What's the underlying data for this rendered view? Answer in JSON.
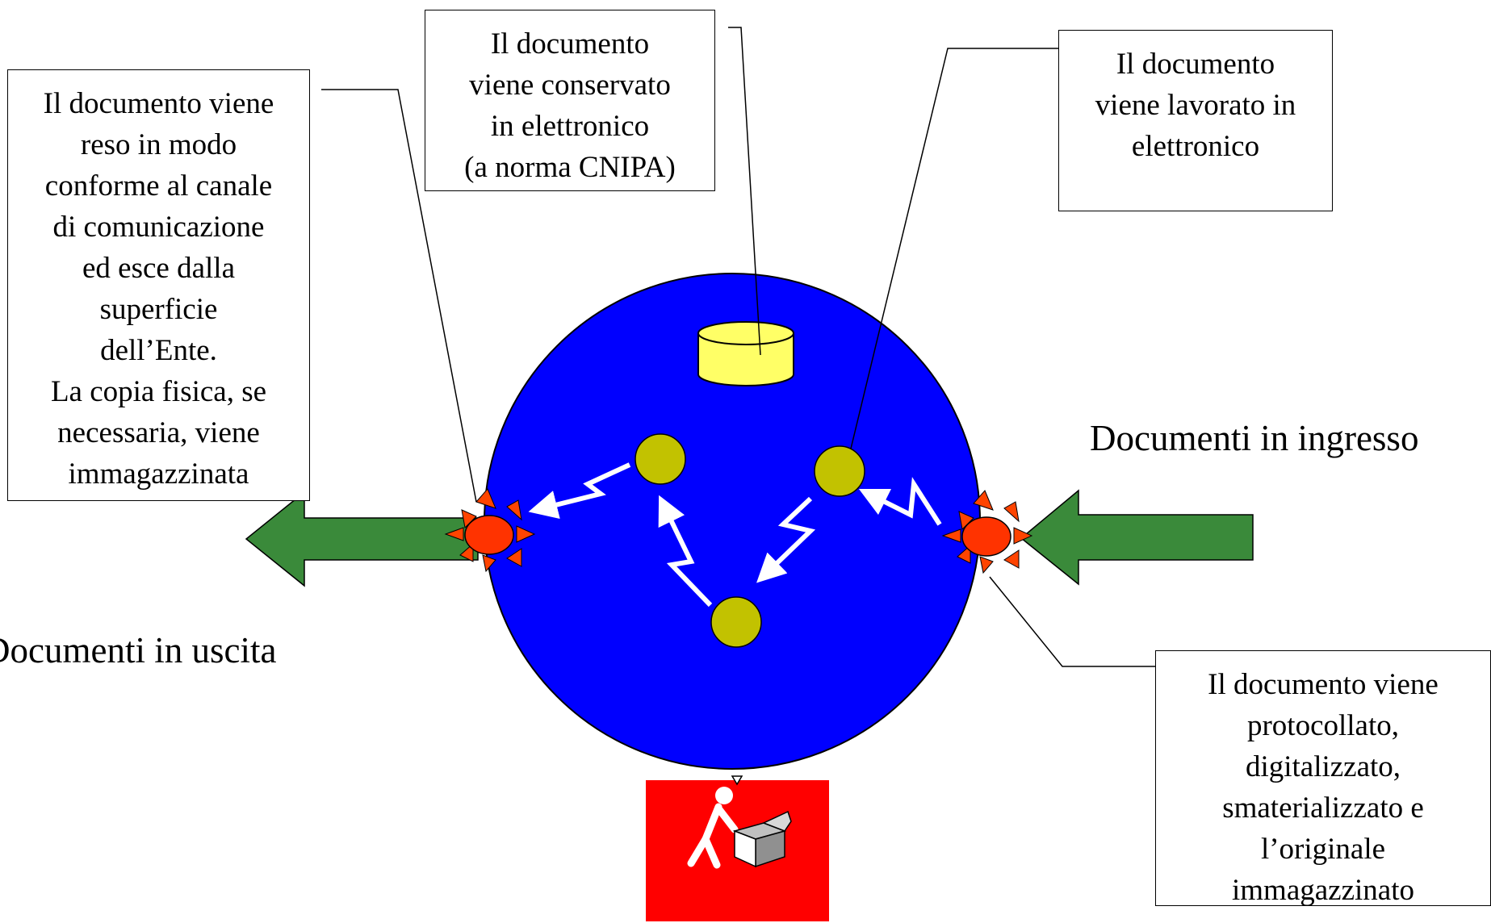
{
  "boxes": {
    "conservation": [
      "Il documento",
      "viene conservato",
      "in elettronico",
      "(a norma CNIPA)"
    ],
    "processing": [
      "Il documento",
      "viene lavorato in",
      "elettronico"
    ],
    "output": [
      "Il documento viene",
      "reso in modo",
      "conforme al canale",
      "di comunicazione",
      "ed esce dalla",
      "superficie",
      "dell’Ente.",
      "La copia fisica, se",
      "necessaria, viene",
      "immagazzinata"
    ],
    "protocol": [
      "Il documento viene",
      "protocollato,",
      "digitalizzato,",
      "smaterializzato e",
      "l’originale",
      "immagazzinato"
    ]
  },
  "labels": {
    "input": "Documenti in ingresso",
    "output": "Documenti in uscita"
  },
  "icons": {
    "storage": "person-boxing-icon",
    "database": "database-cylinder-icon"
  },
  "colors": {
    "sphere": "#0000ff",
    "node": "#c2c200",
    "arrow": "#3a8a3a",
    "gateway": "#ff3300",
    "gateway_rays": "#ff4400",
    "database": "#ffff66",
    "storage_bg": "#ff0000"
  }
}
